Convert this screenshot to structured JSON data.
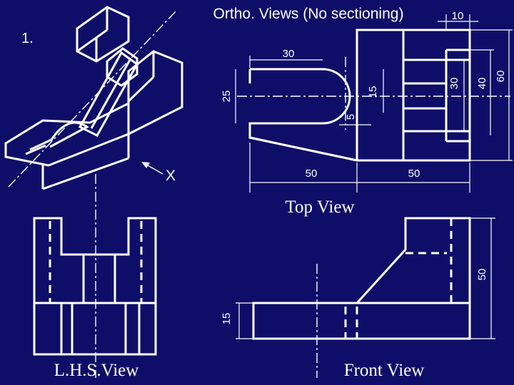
{
  "title": "Ortho. Views (No sectioning)",
  "problem_number": "1.",
  "direction_label": "X",
  "views": {
    "top": "Top View",
    "front": "Front View",
    "side": "L.H.S.View"
  },
  "dimensions": {
    "d10": "10",
    "d30_top": "30",
    "d25": "25",
    "d15_slot": "15",
    "d30_right": "30",
    "d40": "40",
    "d60": "60",
    "d5": "5",
    "d50_left": "50",
    "d50_right": "50",
    "d50_height": "50",
    "d15_base": "15"
  },
  "colors": {
    "background": "#0e0e68",
    "lines": "#ffffff"
  }
}
